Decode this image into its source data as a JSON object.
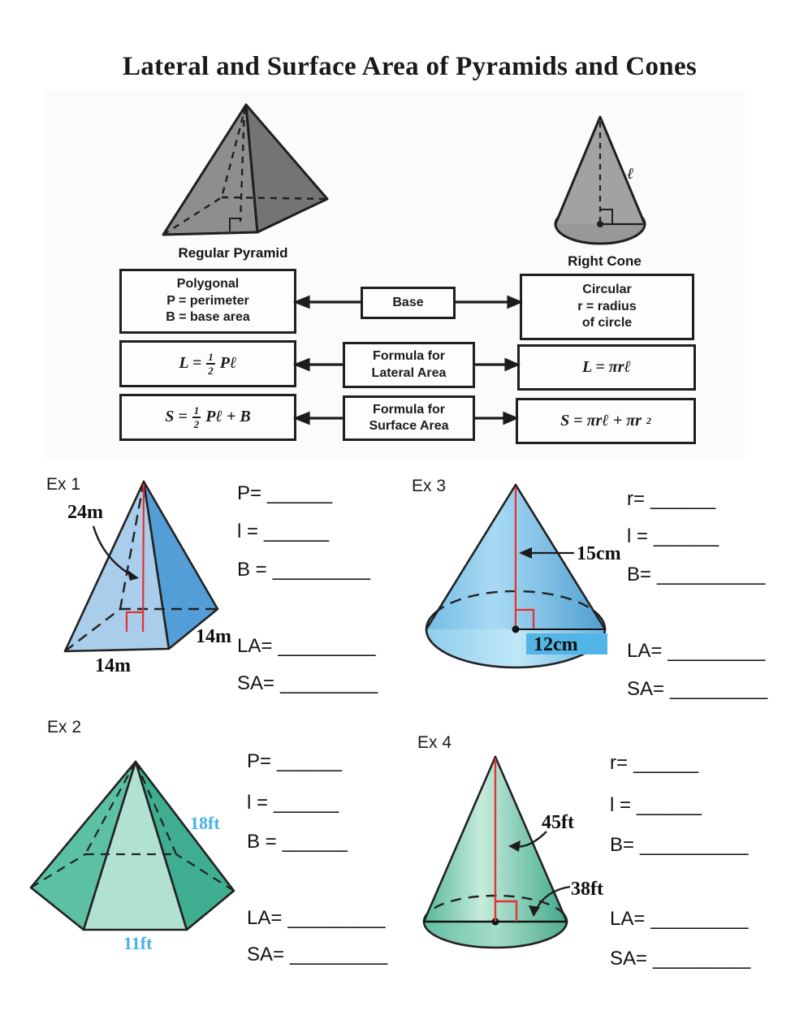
{
  "title": "Lateral and Surface Area of Pyramids and Cones",
  "reference": {
    "pyramid_label": "Regular Pyramid",
    "cone_label": "Right Cone",
    "cone_slant": "ℓ",
    "rows": {
      "base": {
        "left": [
          "Polygonal",
          "P = perimeter",
          "B = base area"
        ],
        "center": [
          "Base"
        ],
        "right": [
          "Circular",
          "r = radius",
          "of circle"
        ]
      },
      "lateral": {
        "left_pre": "L =",
        "left_num": "1",
        "left_den": "2",
        "left_post": "Pℓ",
        "center": [
          "Formula for",
          "Lateral Area"
        ],
        "right": "L = πrℓ"
      },
      "surface": {
        "left_pre": "S =",
        "left_num": "1",
        "left_den": "2",
        "left_post": "Pℓ + B",
        "center": [
          "Formula for",
          "Surface Area"
        ],
        "right_main": "S = πrℓ + πr",
        "right_sup": "2"
      }
    }
  },
  "examples": {
    "ex1": {
      "label": "Ex 1",
      "slant_label": "24m",
      "side_label": "14m",
      "base_label": "14m",
      "fields": {
        "p": "P=",
        "l": "l =",
        "b": "B =",
        "la": "LA=",
        "sa": "SA="
      },
      "blanks": {
        "p": "______",
        "l": "______",
        "b": "_________",
        "la": "_________",
        "sa": "_________"
      }
    },
    "ex2": {
      "label": "Ex 2",
      "slant_label": "18ft",
      "base_label": "11ft",
      "fields": {
        "p": "P=",
        "l": "l =",
        "b": "B =",
        "la": "LA=",
        "sa": "SA="
      },
      "blanks": {
        "p": "______",
        "l": "______",
        "b": "______",
        "la": "_________",
        "sa": "_________"
      }
    },
    "ex3": {
      "label": "Ex 3",
      "height_label": "15cm",
      "radius_label": "12cm",
      "fields": {
        "r": "r=",
        "l": "l =",
        "b": "B=",
        "la": "LA=",
        "sa": "SA="
      },
      "blanks": {
        "r": "______",
        "l": "______",
        "b": "__________",
        "la": "_________",
        "sa": "_________"
      }
    },
    "ex4": {
      "label": "Ex 4",
      "height_label": "45ft",
      "base_label": "38ft",
      "fields": {
        "r": "r=",
        "l": "l =",
        "b": "B=",
        "la": "LA=",
        "sa": "SA="
      },
      "blanks": {
        "r": "______",
        "l": "______",
        "b": "__________",
        "la": "_________",
        "sa": "_________"
      }
    }
  }
}
